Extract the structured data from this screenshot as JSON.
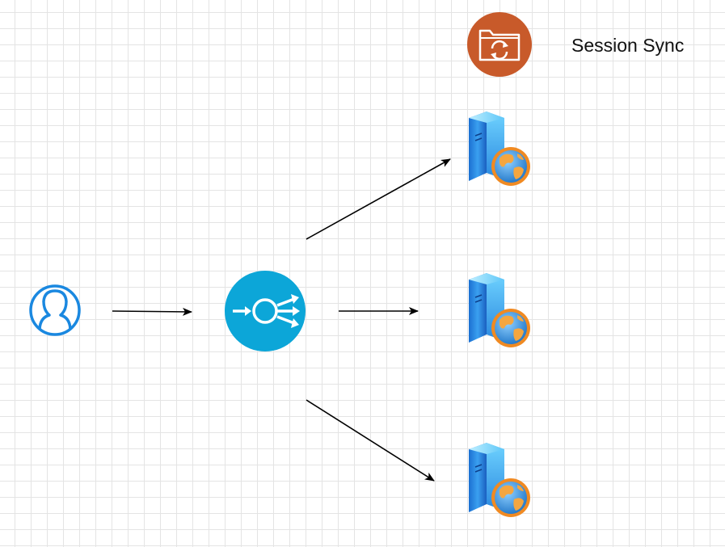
{
  "labels": {
    "session_sync": "Session Sync"
  },
  "nodes": [
    {
      "id": "user",
      "icon": "user-icon"
    },
    {
      "id": "load-balancer",
      "icon": "load-balancer-icon"
    },
    {
      "id": "web-server-1",
      "icon": "web-server-icon"
    },
    {
      "id": "web-server-2",
      "icon": "web-server-icon"
    },
    {
      "id": "web-server-3",
      "icon": "web-server-icon"
    },
    {
      "id": "session-sync",
      "icon": "session-sync-icon"
    }
  ],
  "edges": [
    {
      "from": "user",
      "to": "load-balancer"
    },
    {
      "from": "load-balancer",
      "to": "web-server-1"
    },
    {
      "from": "load-balancer",
      "to": "web-server-2"
    },
    {
      "from": "load-balancer",
      "to": "web-server-3"
    }
  ],
  "colors": {
    "user": "#1a88e0",
    "load_balancer": "#0ca6d8",
    "session_sync": "#c85a2a",
    "server_blue": "#1f7ad6",
    "globe_orange": "#f08a22",
    "edge": "#000000"
  }
}
